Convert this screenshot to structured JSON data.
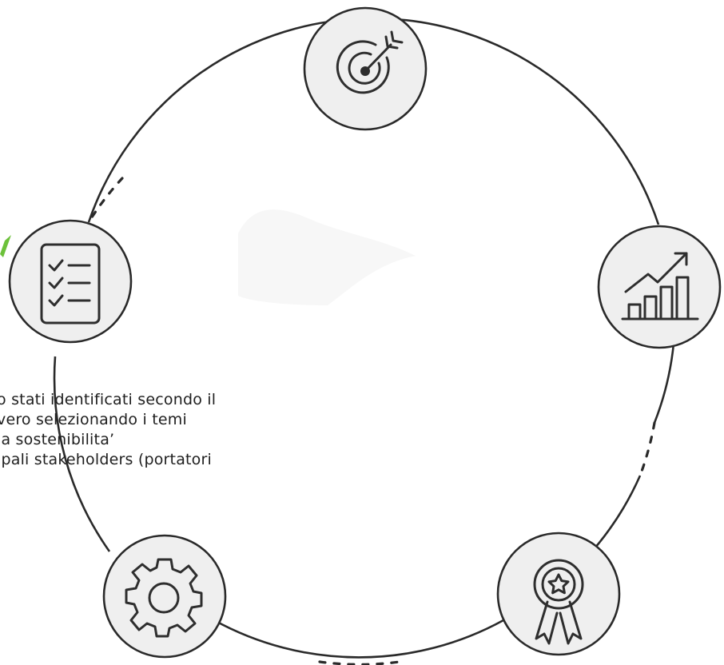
{
  "description": {
    "lines": [
      "o stati identificati secondo il",
      "vero selezionando i temi",
      " la sostenibilita’",
      "ipali stakeholders (portatori"
    ]
  },
  "nodes": [
    {
      "id": "target",
      "icon": "target-arrow-icon"
    },
    {
      "id": "growth-chart",
      "icon": "growth-chart-icon"
    },
    {
      "id": "award",
      "icon": "award-ribbon-icon"
    },
    {
      "id": "settings",
      "icon": "gear-icon"
    },
    {
      "id": "checklist",
      "icon": "checklist-icon"
    }
  ],
  "colors": {
    "ring": "#2a2a2a",
    "node_fill": "#efefef",
    "icon_stroke": "#2e2e2e",
    "accent": "#6cc13a"
  }
}
